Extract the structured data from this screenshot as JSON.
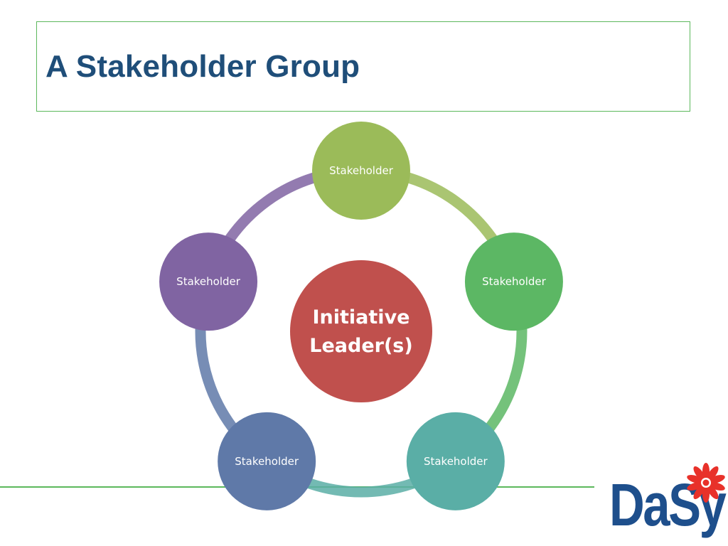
{
  "title": "A Stakeholder Group",
  "center": {
    "line1": "Initiative",
    "line2": "Leader(s)",
    "color": "#c0504d"
  },
  "nodes": [
    {
      "label": "Stakeholder",
      "color": "#9bbb59"
    },
    {
      "label": "Stakeholder",
      "color": "#5cb764"
    },
    {
      "label": "Stakeholder",
      "color": "#5aaea6"
    },
    {
      "label": "Stakeholder",
      "color": "#5f79a8"
    },
    {
      "label": "Stakeholder",
      "color": "#8064a2"
    }
  ],
  "logo": {
    "text": "DaSy",
    "text_color": "#1e4f8c",
    "flower_color": "#e8312a"
  },
  "colors": {
    "accent_line": "#5cb85c",
    "title_color": "#1f4e79"
  }
}
